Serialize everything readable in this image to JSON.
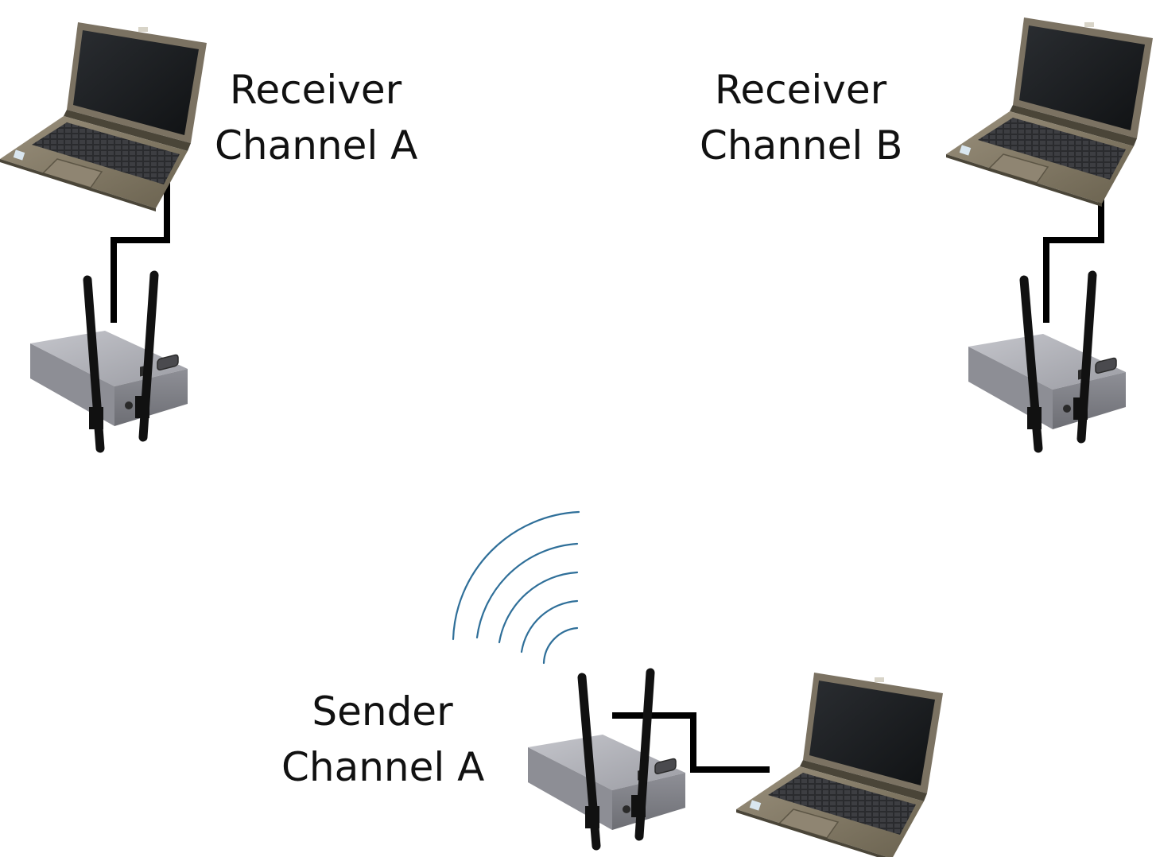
{
  "nodes": [
    {
      "id": "receiver-a",
      "role": "Receiver",
      "channel": "Channel A"
    },
    {
      "id": "receiver-b",
      "role": "Receiver",
      "channel": "Channel B"
    },
    {
      "id": "sender-a",
      "role": "Sender",
      "channel": "Channel A"
    }
  ],
  "colors": {
    "cable": "#000000",
    "signal": "#2f6f99",
    "device_body": "#a8a8ae",
    "laptop_body": "#7d7463",
    "screen": "#1b1d20",
    "antenna": "#111111"
  },
  "icons": [
    "laptop-icon",
    "wireless-router-icon",
    "signal-waves-icon"
  ]
}
